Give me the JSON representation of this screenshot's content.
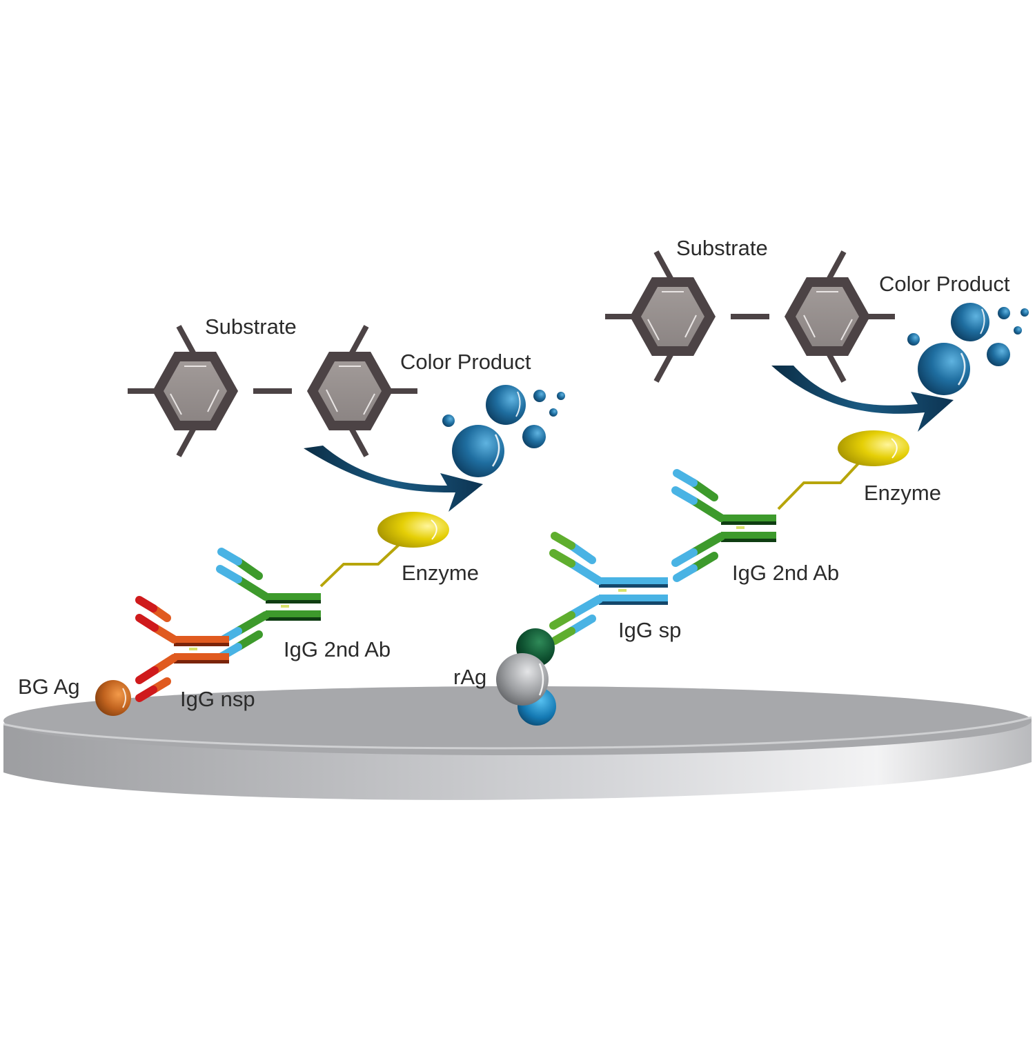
{
  "left_panel": {
    "substrate": "Substrate",
    "color_product": "Color Product",
    "enzyme": "Enzyme",
    "secondary_antibody": "IgG 2nd Ab",
    "primary_antibody": "IgG nsp",
    "antigen": "BG Ag"
  },
  "right_panel": {
    "substrate": "Substrate",
    "color_product": "Color Product",
    "enzyme": "Enzyme",
    "secondary_antibody": "IgG 2nd Ab",
    "primary_antibody": "IgG sp",
    "antigen": "rAg"
  },
  "colors": {
    "plate_top": "#a7a8ab",
    "plate_side": "#c4c5c8",
    "ring": "#4c4345",
    "ring_fill": "#958e8d",
    "arrow": "#11466a",
    "product": "#1f6ea0",
    "enzyme": "#e1cb06",
    "linker": "#b7a50a",
    "ab_green": "#3d9a2c",
    "ab_blue": "#49b3e4",
    "ab_orange": "#e05a1f",
    "ab_red": "#cf1a1c",
    "bg_antigen": "#c0621e",
    "rag_grey": "#9d9fa2",
    "rag_green": "#0e5130",
    "rag_blue": "#1479b3"
  }
}
